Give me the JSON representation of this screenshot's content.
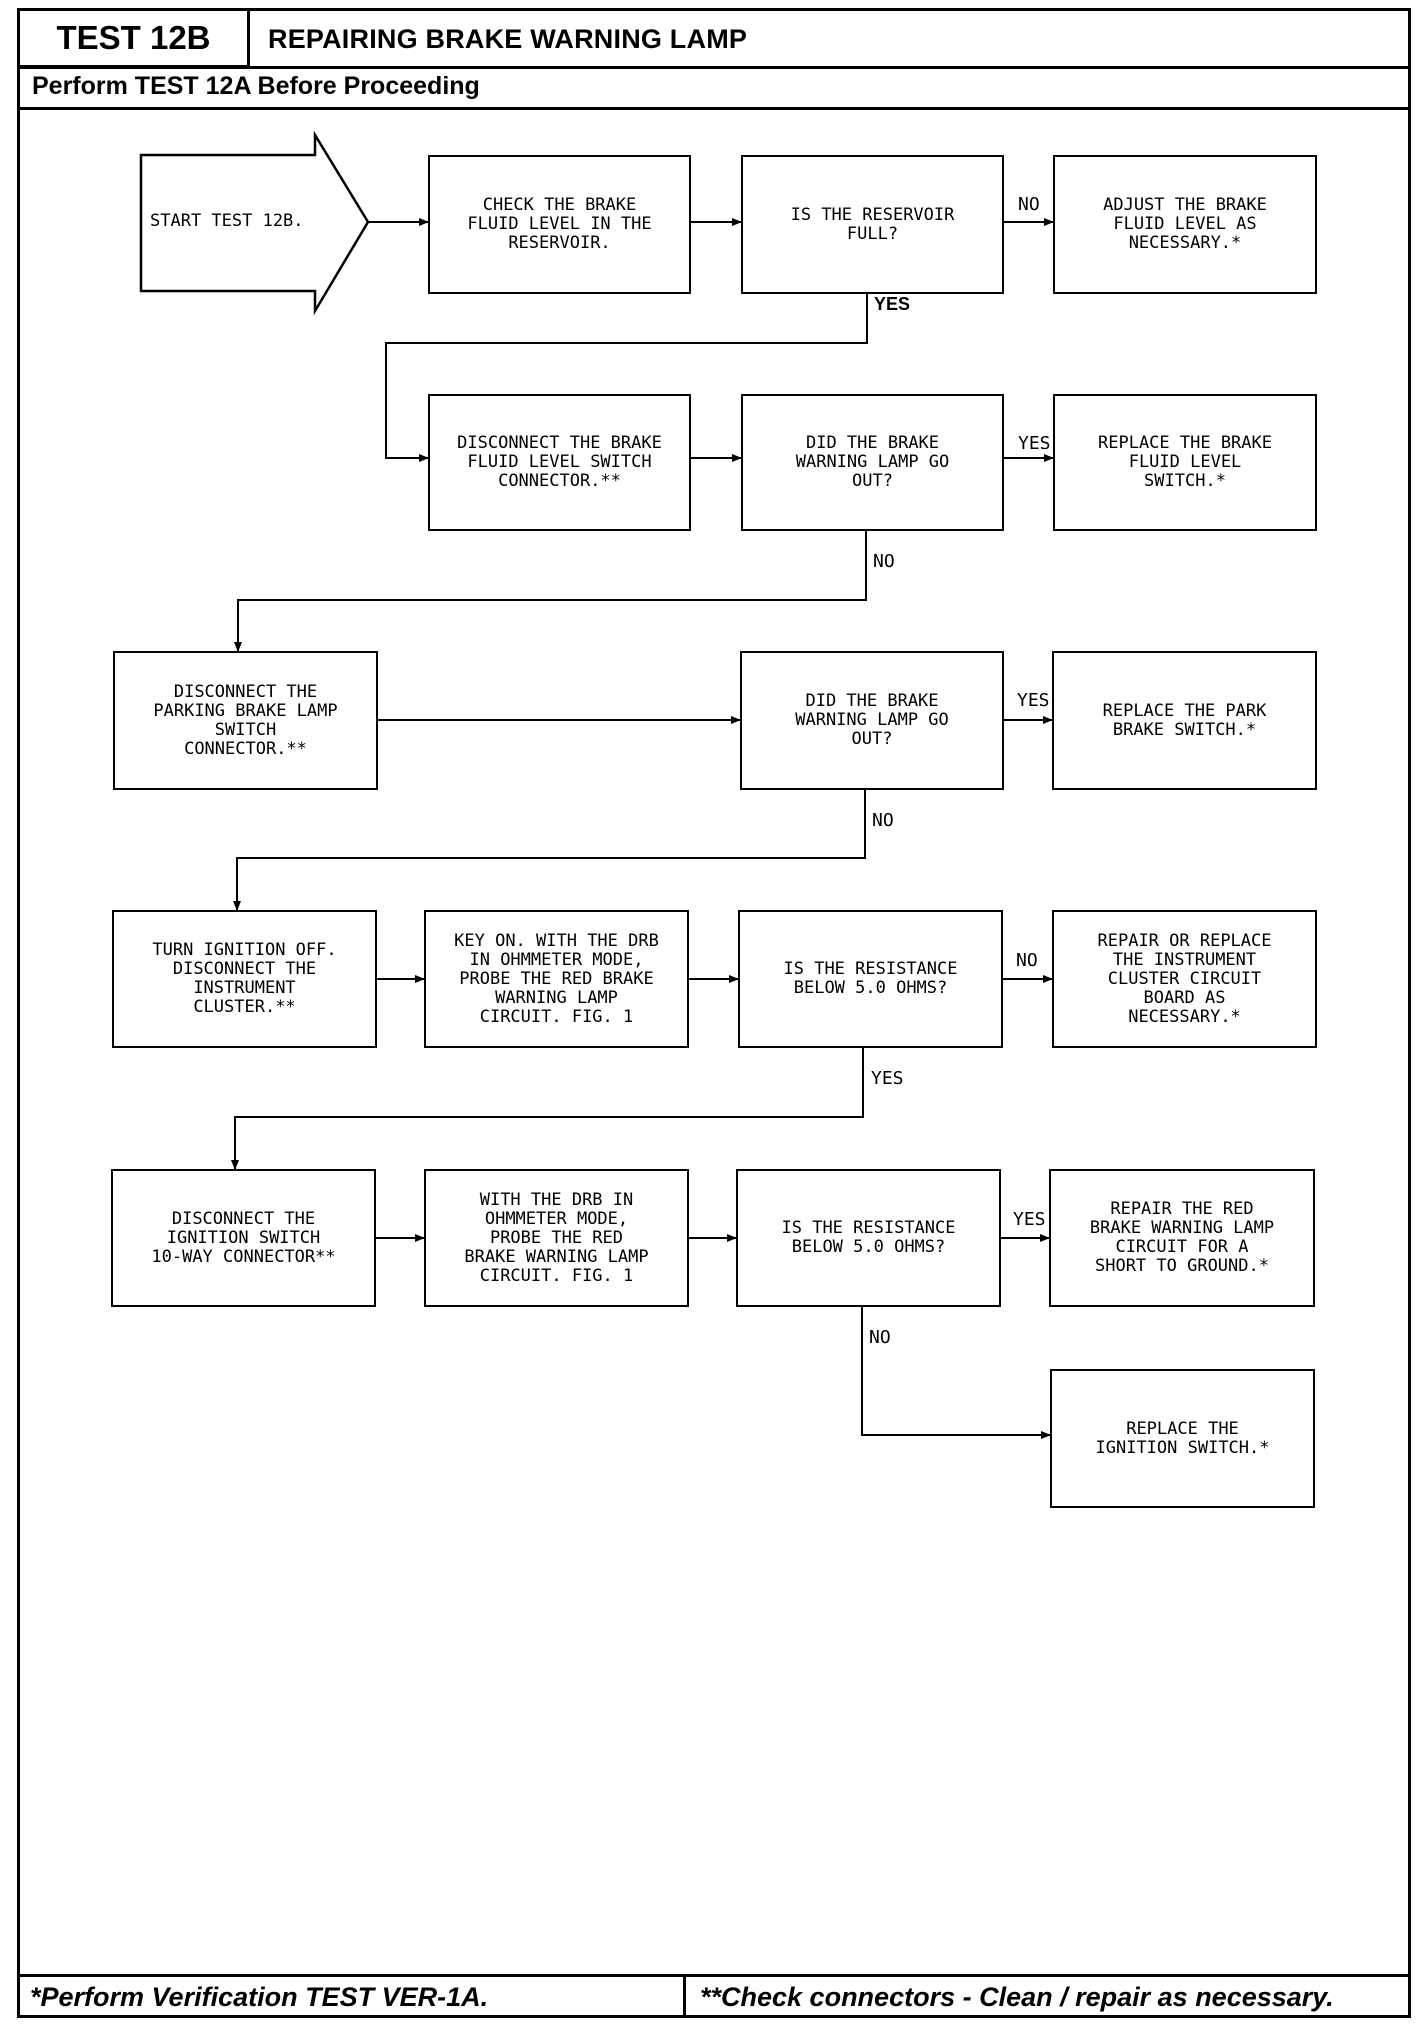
{
  "header": {
    "test_id": "TEST 12B",
    "title": "REPAIRING BRAKE WARNING LAMP",
    "subtitle": "Perform TEST 12A Before Proceeding"
  },
  "footer": {
    "left": "*Perform Verification TEST VER-1A.",
    "right": "**Check connectors - Clean / repair as necessary."
  },
  "flow": {
    "start": "START TEST 12B.",
    "check_fluid": "CHECK THE BRAKE\nFLUID LEVEL IN THE\nRESERVOIR.",
    "q_reservoir_full": "IS THE RESERVOIR\nFULL?",
    "adjust_fluid": "ADJUST THE BRAKE\nFLUID LEVEL AS\nNECESSARY.*",
    "disconnect_fluid_switch": "DISCONNECT THE BRAKE\nFLUID LEVEL SWITCH\nCONNECTOR.**",
    "q_lamp_out_1": "DID THE BRAKE\nWARNING LAMP GO\nOUT?",
    "replace_fluid_switch": "REPLACE THE BRAKE\nFLUID LEVEL\nSWITCH.*",
    "disconnect_park_switch": "DISCONNECT THE\nPARKING BRAKE LAMP\nSWITCH\nCONNECTOR.**",
    "q_lamp_out_2": "DID THE BRAKE\nWARNING LAMP GO\nOUT?",
    "replace_park_switch": "REPLACE THE PARK\nBRAKE SWITCH.*",
    "turn_ignition_off": "TURN IGNITION OFF.\nDISCONNECT THE\nINSTRUMENT\nCLUSTER.**",
    "key_on_probe": "KEY ON. WITH THE DRB\nIN OHMMETER MODE,\nPROBE THE RED BRAKE\nWARNING LAMP\nCIRCUIT. FIG. 1",
    "q_resistance_1": "IS THE RESISTANCE\nBELOW 5.0 OHMS?",
    "repair_cluster": "REPAIR OR REPLACE\nTHE INSTRUMENT\nCLUSTER CIRCUIT\nBOARD AS\nNECESSARY.*",
    "disconnect_ignition": "DISCONNECT THE\nIGNITION SWITCH\n10-WAY CONNECTOR**",
    "probe_red_circuit": "WITH THE DRB IN\nOHMMETER MODE,\nPROBE THE RED\nBRAKE WARNING LAMP\nCIRCUIT. FIG. 1",
    "q_resistance_2": "IS THE RESISTANCE\nBELOW 5.0 OHMS?",
    "repair_short": "REPAIR THE RED\nBRAKE WARNING LAMP\nCIRCUIT FOR A\nSHORT TO GROUND.*",
    "replace_ignition": "REPLACE THE\nIGNITION SWITCH.*"
  },
  "labels": {
    "no_1": "NO",
    "yes_1": "YES",
    "yes_2": "YES",
    "no_2": "NO",
    "yes_3": "YES",
    "no_3": "NO",
    "no_4": "NO",
    "yes_4": "YES",
    "yes_5": "YES",
    "no_5": "NO"
  }
}
